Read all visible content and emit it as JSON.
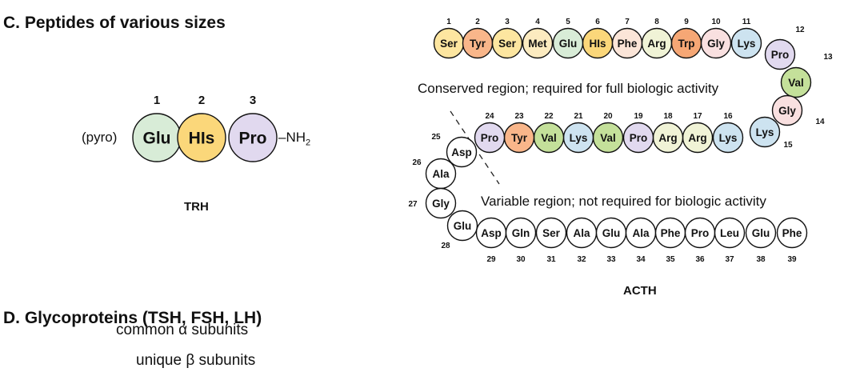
{
  "sectionC": {
    "heading": "C. Peptides of various sizes"
  },
  "trh": {
    "prefix": "(pyro)",
    "suffix": "–NH",
    "suffix_sub": "2",
    "caption": "TRH",
    "residues": [
      {
        "num": "1",
        "name": "Glu",
        "color": "#d8ecd7"
      },
      {
        "num": "2",
        "name": "His",
        "display": "HIs",
        "color": "#fbd77a"
      },
      {
        "num": "3",
        "name": "Pro",
        "color": "#e1d9ef"
      }
    ]
  },
  "acth": {
    "caption": "ACTH",
    "conserved_label": "Conserved region; required for full biologic activity",
    "variable_label": "Variable region; not required for biologic activity",
    "residues": [
      {
        "num": "1",
        "name": "Ser",
        "color": "#fde6a0"
      },
      {
        "num": "2",
        "name": "Tyr",
        "color": "#f9b68a"
      },
      {
        "num": "3",
        "name": "Ser",
        "color": "#fde6a0"
      },
      {
        "num": "4",
        "name": "Met",
        "color": "#fcebc0"
      },
      {
        "num": "5",
        "name": "Glu",
        "color": "#d8ecd7"
      },
      {
        "num": "6",
        "name": "His",
        "display": "HIs",
        "color": "#fbd77a"
      },
      {
        "num": "7",
        "name": "Phe",
        "color": "#fbe5d8"
      },
      {
        "num": "8",
        "name": "Arg",
        "color": "#f0f3d6"
      },
      {
        "num": "9",
        "name": "Trp",
        "color": "#f6a775"
      },
      {
        "num": "10",
        "name": "Gly",
        "color": "#f9e0e0"
      },
      {
        "num": "11",
        "name": "Lys",
        "color": "#cde3f0"
      },
      {
        "num": "12",
        "name": "Pro",
        "color": "#e1d9ef"
      },
      {
        "num": "13",
        "name": "Val",
        "color": "#c4e09a"
      },
      {
        "num": "14",
        "name": "Gly",
        "color": "#f9e0e0"
      },
      {
        "num": "15",
        "name": "Lys",
        "color": "#cde3f0"
      },
      {
        "num": "16",
        "name": "Lys",
        "color": "#cde3f0"
      },
      {
        "num": "17",
        "name": "Arg",
        "color": "#f0f3d6"
      },
      {
        "num": "18",
        "name": "Arg",
        "color": "#f0f3d6"
      },
      {
        "num": "19",
        "name": "Pro",
        "color": "#e1d9ef"
      },
      {
        "num": "20",
        "name": "Val",
        "color": "#c4e09a"
      },
      {
        "num": "21",
        "name": "Lys",
        "color": "#cde3f0"
      },
      {
        "num": "22",
        "name": "Val",
        "color": "#c4e09a"
      },
      {
        "num": "23",
        "name": "Tyr",
        "color": "#f9b68a"
      },
      {
        "num": "24",
        "name": "Pro",
        "color": "#e1d9ef"
      },
      {
        "num": "25",
        "name": "Asp",
        "color": "#ffffff"
      },
      {
        "num": "26",
        "name": "Ala",
        "color": "#ffffff"
      },
      {
        "num": "27",
        "name": "Gly",
        "color": "#ffffff"
      },
      {
        "num": "28",
        "name": "Glu",
        "color": "#ffffff"
      },
      {
        "num": "29",
        "name": "Asp",
        "color": "#ffffff"
      },
      {
        "num": "30",
        "name": "Gln",
        "color": "#ffffff"
      },
      {
        "num": "31",
        "name": "Ser",
        "color": "#ffffff"
      },
      {
        "num": "32",
        "name": "Ala",
        "color": "#ffffff"
      },
      {
        "num": "33",
        "name": "Glu",
        "color": "#ffffff"
      },
      {
        "num": "34",
        "name": "Ala",
        "color": "#ffffff"
      },
      {
        "num": "35",
        "name": "Phe",
        "color": "#ffffff"
      },
      {
        "num": "36",
        "name": "Pro",
        "color": "#ffffff"
      },
      {
        "num": "37",
        "name": "Leu",
        "color": "#ffffff"
      },
      {
        "num": "38",
        "name": "Glu",
        "color": "#ffffff"
      },
      {
        "num": "39",
        "name": "Phe",
        "color": "#ffffff"
      }
    ]
  },
  "sectionD": {
    "heading": "D. Glycoproteins (TSH, FSH, LH)",
    "line1": "common α subunits",
    "line2": "unique β subunits"
  }
}
